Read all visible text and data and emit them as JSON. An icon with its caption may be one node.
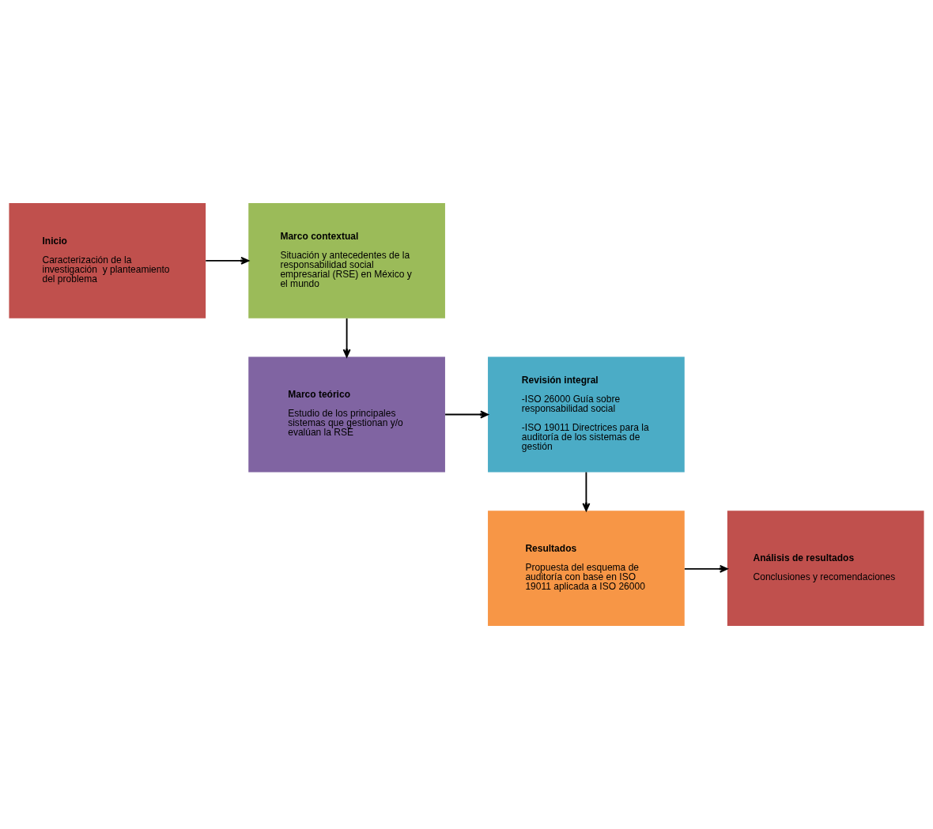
{
  "diagram": {
    "nodes": [
      {
        "text": [
          "Inicio",
          "Caracterización de la investigación  y planteamiento del problema"
        ]
      },
      {
        "text": [
          "Marco contextual",
          "Situación y antecedentes de la responsabilidad social empresarial (RSE) en México y el mundo"
        ]
      },
      {
        "text": [
          "Marco teórico",
          "Estudio de los principales sistemas que gestionan y/o evalúan la RSE"
        ]
      },
      {
        "text": [
          "Revisión integral",
          "-ISO 26000 Guía sobre responsabilidad social",
          "-ISO 19011 Directrices para la auditoría de los sistemas de gestión"
        ]
      },
      {
        "text": [
          "Resultados",
          "Propuesta del esquema de auditoría con base en ISO 19011 aplicada a ISO 26000"
        ]
      },
      {
        "text": [
          "Análisis de resultados",
          "Conclusiones y recomendaciones"
        ]
      }
    ],
    "edges": [
      {
        "from": 0,
        "to": 1,
        "arrow": "to"
      },
      {
        "from": 1,
        "to": 2,
        "arrow": "to"
      },
      {
        "from": 2,
        "to": 3,
        "arrow": "to"
      },
      {
        "from": 3,
        "to": 4,
        "arrow": "to"
      },
      {
        "from": 4,
        "to": 5,
        "arrow": "to"
      }
    ]
  }
}
